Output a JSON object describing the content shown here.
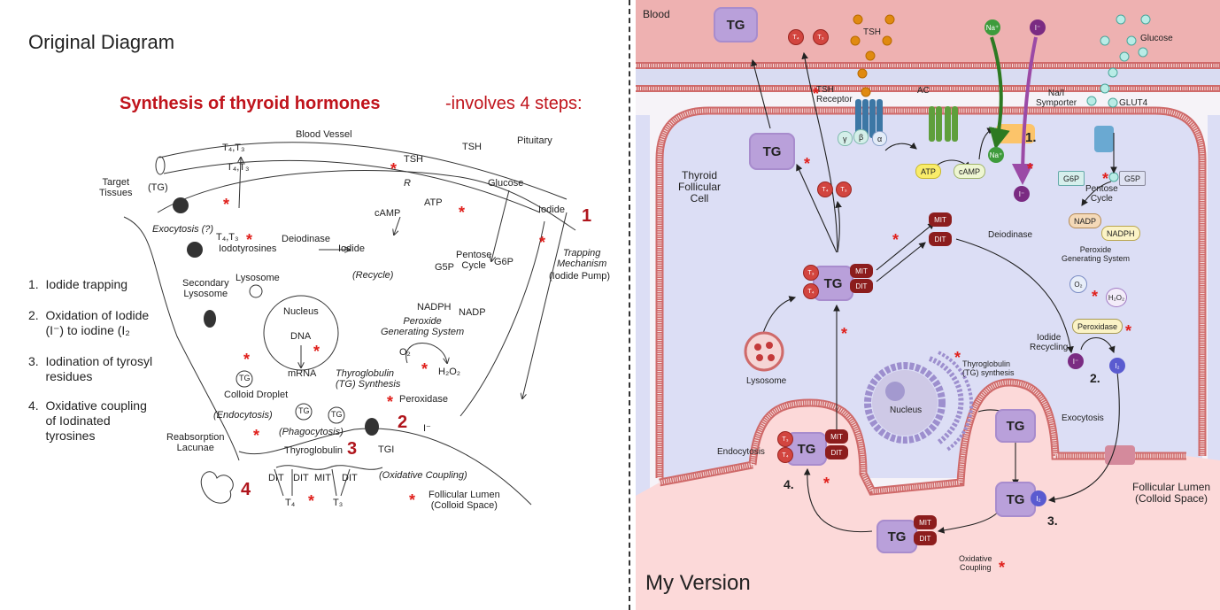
{
  "common": {
    "star": "*"
  },
  "left": {
    "heading": "Original Diagram",
    "title": "Synthesis of thyroid hormones",
    "title_suffix": "-involves 4 steps:",
    "steps": [
      "1.  Iodide trapping",
      "2.  Oxidation of Iodide\n     (I⁻) to iodine (I₂",
      "3.  Iodination of tyrosyl\n     residues",
      "4.  Oxidative coupling\n     of Iodinated\n     tyrosines"
    ],
    "labels": {
      "blood_vessel": "Blood Vessel",
      "pituitary": "Pituitary",
      "tsh_top": "TSH",
      "tsh": "TSH",
      "receptor": "R",
      "t4t3_top": "T₄,T₃",
      "t4t3_mid": "T₄,T₃",
      "target_tissues": "Target\nTissues",
      "tg_paren": "(TG)",
      "glucose": "Glucose",
      "iodide_right": "Iodide",
      "atp": "ATP",
      "camp": "cAMP",
      "exocytosis": "Exocytosis (?)",
      "t4t3_low": "T₄,T₃",
      "deiodinase": "Deiodinase",
      "iodotyrosines": "Iodotyrosines",
      "iodide_mid": "Iodide",
      "recycle": "(Recycle)",
      "g5p": "G5P",
      "pentose_cycle": "Pentose\nCycle",
      "g6p": "G6P",
      "trapping": "Trapping\nMechanism",
      "iodide_pump": "(Iodide Pump)",
      "nadph": "NADPH",
      "lysosome": "Lysosome",
      "secondary_lysosome": "Secondary\nLysosome",
      "nucleus": "Nucleus",
      "dna": "DNA",
      "nadp": "NADP",
      "peroxide_system": "Peroxide\nGenerating System",
      "o2": "O₂",
      "h2o2": "H₂O₂",
      "mrna": "mRNA",
      "tg_synthesis": "Thyroglobulin\n(TG) Synthesis",
      "tg_droplet": "TG",
      "colloid_droplet": "Colloid Droplet",
      "peroxidase": "Peroxidase",
      "endocytosis": "(Endocytosis)",
      "tg_a": "TG",
      "tg_b": "TG",
      "iodide_ion": "I⁻",
      "phagocytosis": "(Phagocytosis)",
      "reabsorption": "Reabsorption\nLacunae",
      "thyroglobulin": "Thyroglobulin",
      "tgi": "TGI",
      "dit1": "DIT",
      "dit2": "DIT",
      "mit": "MIT",
      "dit3": "DIT",
      "oxidative_coupling": "(Oxidative Coupling)",
      "t4": "T₄",
      "t3": "T₃",
      "follicular_lumen": "Follicular Lumen\n(Colloid Space)"
    },
    "step_numbers": [
      "1",
      "2",
      "3",
      "4"
    ]
  },
  "right": {
    "heading": "My Version",
    "blood": "Blood",
    "tsh": "TSH",
    "glucose": "Glucose",
    "na": "Na⁺",
    "iodide": "I⁻",
    "i2": "I₂",
    "t4": "T₄",
    "t3": "T₃",
    "tg": "TG",
    "mit": "MIT",
    "dit": "DIT",
    "tsh_receptor": "TSH\nReceptor",
    "ac": "AC",
    "symporter": "Na/I\nSymporter",
    "glut4": "GLUT4",
    "gamma": "γ",
    "beta": "β",
    "alpha": "α",
    "cell": "Thyroid\nFollicular\nCell",
    "atp": "ATP",
    "camp": "cAMP",
    "g6p": "G6P",
    "g5p": "G5P",
    "pentose": "Pentose\nCycle",
    "nadp": "NADP",
    "nadph": "NADPH",
    "peroxide": "Peroxide\nGenerating System",
    "o2": "O₂",
    "h2o2": "H₂O₂",
    "deiodinase": "Deiodinase",
    "lysosome": "Lysosome",
    "peroxidase": "Peroxidase",
    "iodide_recycling": "Iodide\nRecycling",
    "nucleus": "Nucleus",
    "tg_synthesis": "Thyroglobulin\n(TG) synthesis",
    "exocytosis": "Exocytosis",
    "endocytosis": "Endocytosis",
    "lumen": "Follicular Lumen\n(Colloid Space)",
    "oxidative": "Oxidative\nCoupling",
    "step_numbers": [
      "1.",
      "2.",
      "3.",
      "4."
    ]
  },
  "colors": {
    "blood": "#eeb1b1",
    "cell": "#dcdef5",
    "lumen": "#fcd9d9",
    "membrane": "#cf6a6a",
    "tg": "#b9a0da",
    "hormone": "#d2453f",
    "mit_dit": "#8c1d1d",
    "accent_red": "#c0141c"
  }
}
